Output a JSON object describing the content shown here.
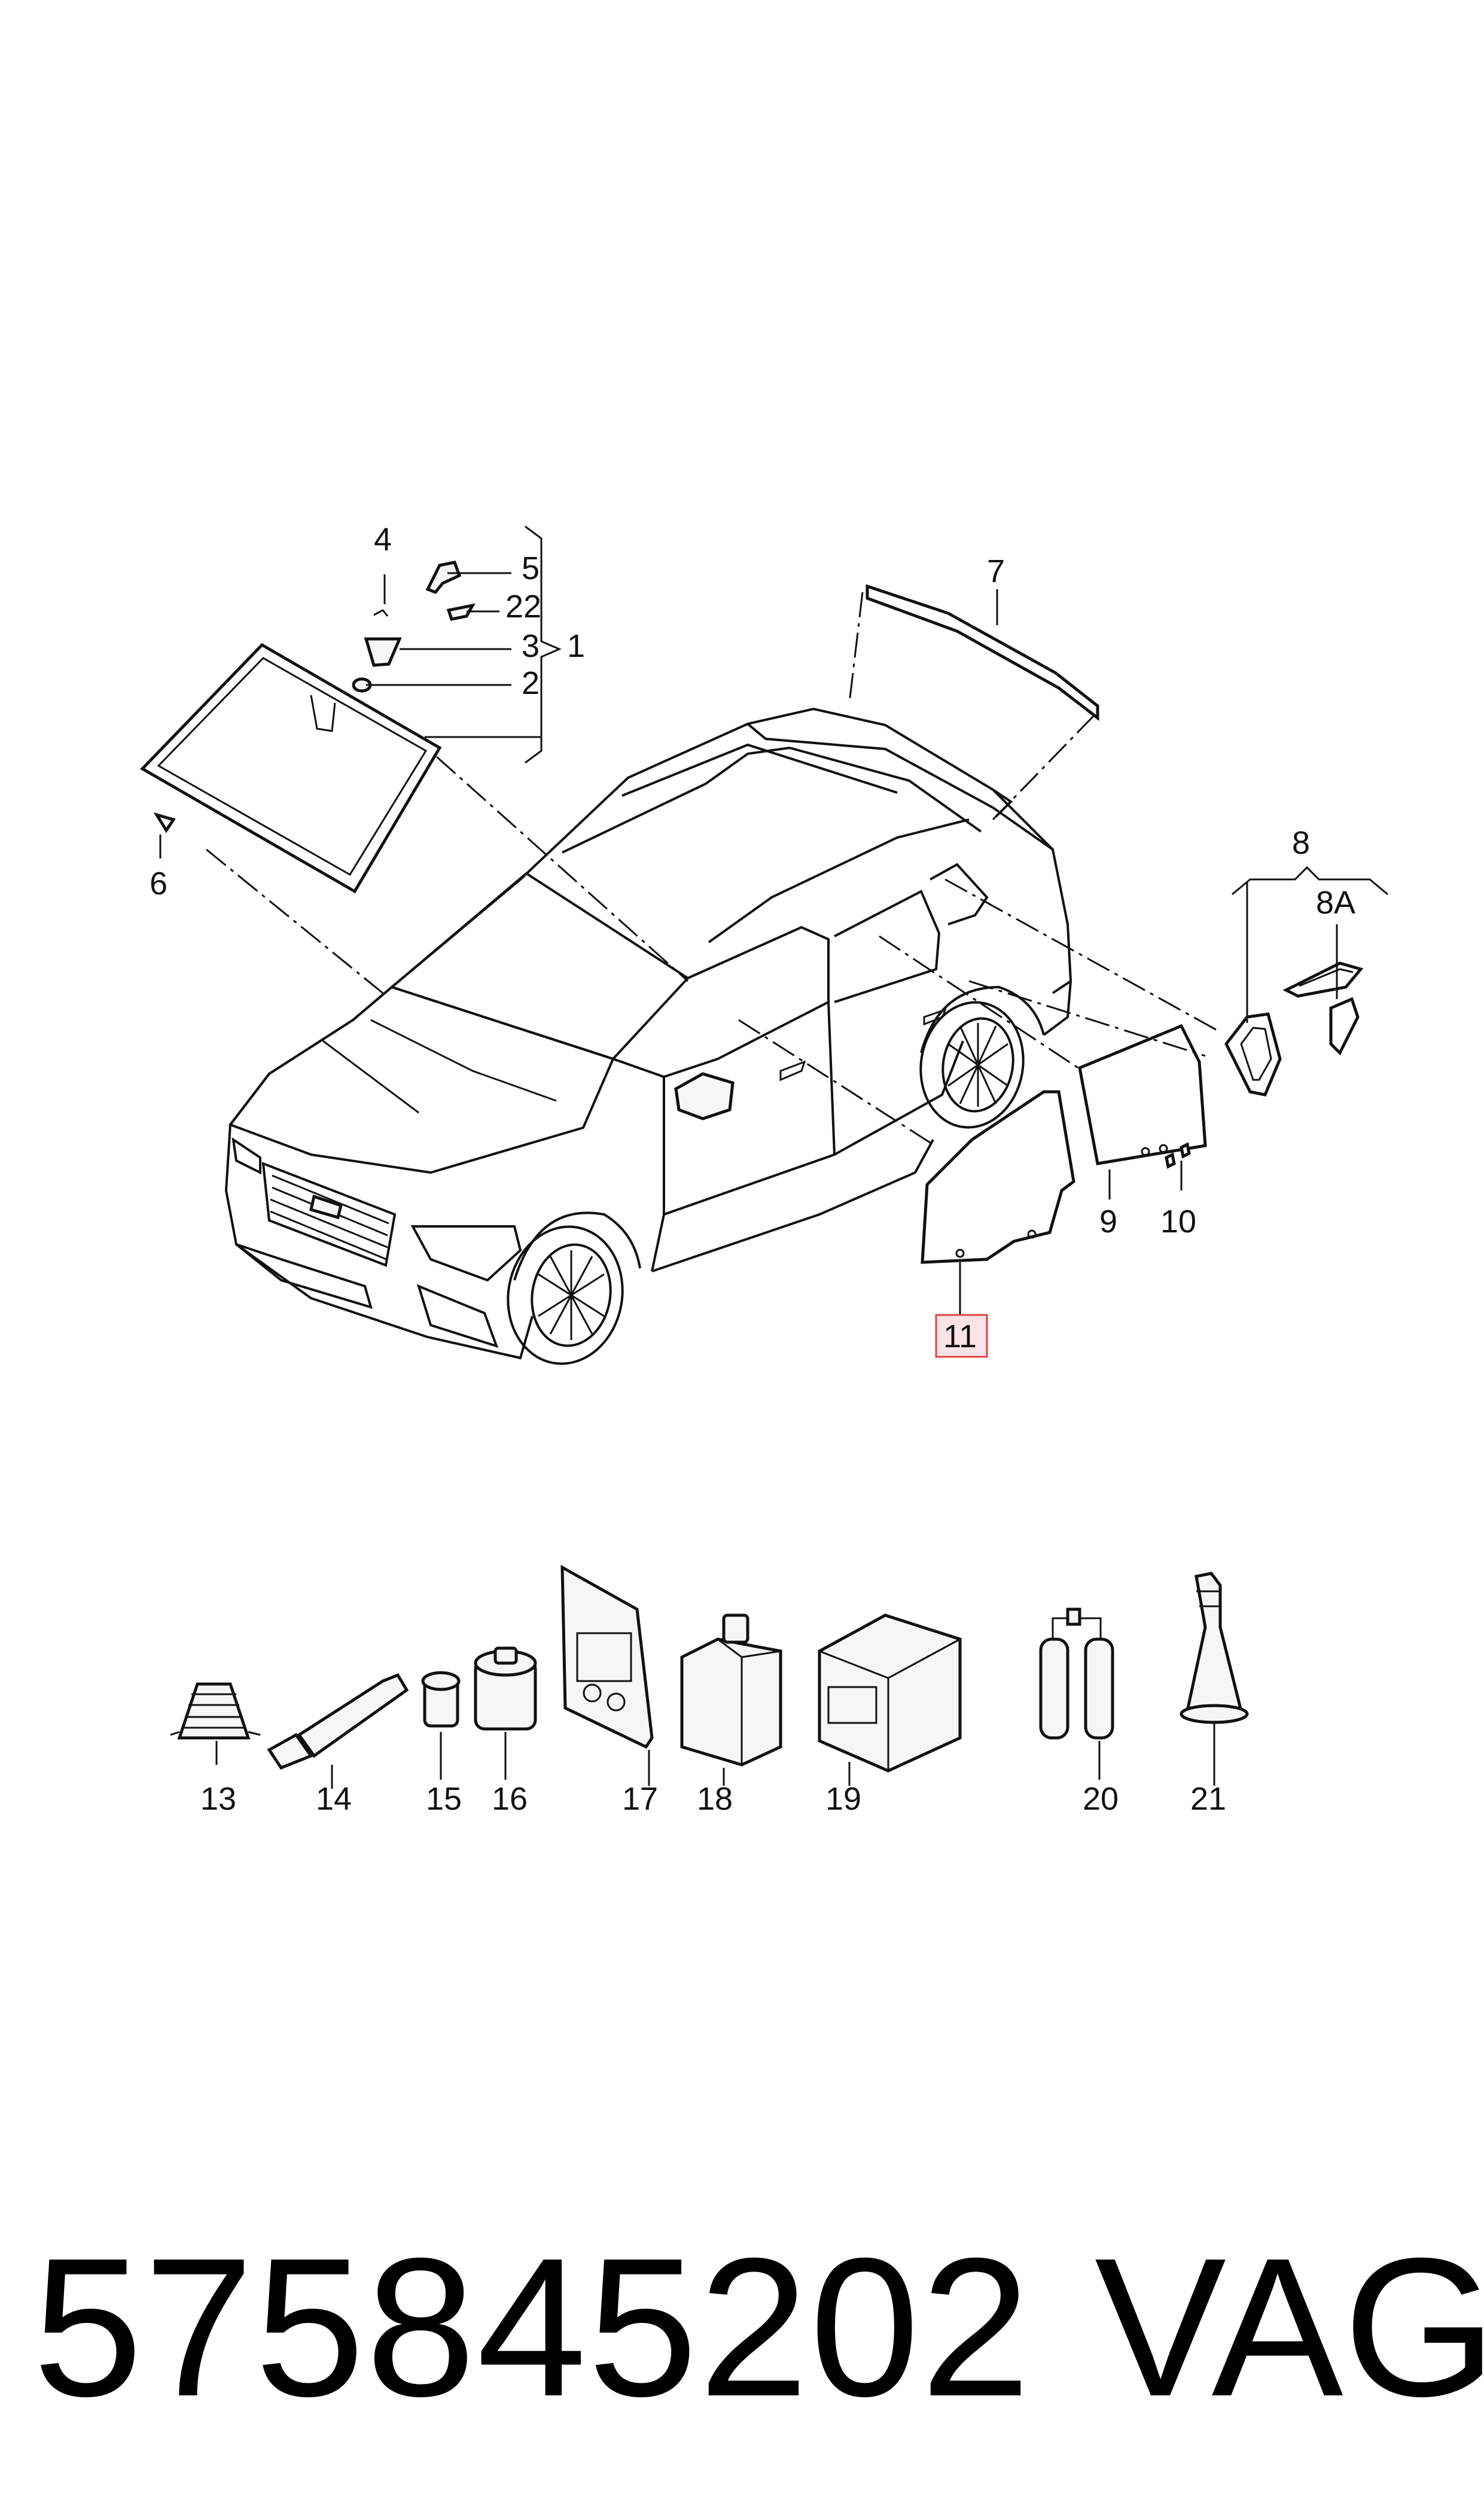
{
  "callouts": {
    "c1": "1",
    "c2": "2",
    "c3": "3",
    "c4": "4",
    "c5": "5",
    "c6": "6",
    "c7": "7",
    "c8": "8",
    "c8a": "8A",
    "c9": "9",
    "c10": "10",
    "c11": "11",
    "c13": "13",
    "c14": "14",
    "c15": "15",
    "c16": "16",
    "c17": "17",
    "c18": "18",
    "c19": "19",
    "c20": "20",
    "c21": "21",
    "c22": "22"
  },
  "highlighted_callout": "11",
  "highlight_color": "#fde3e6",
  "footer": {
    "part_number": "575845202",
    "brand": "VAG"
  }
}
